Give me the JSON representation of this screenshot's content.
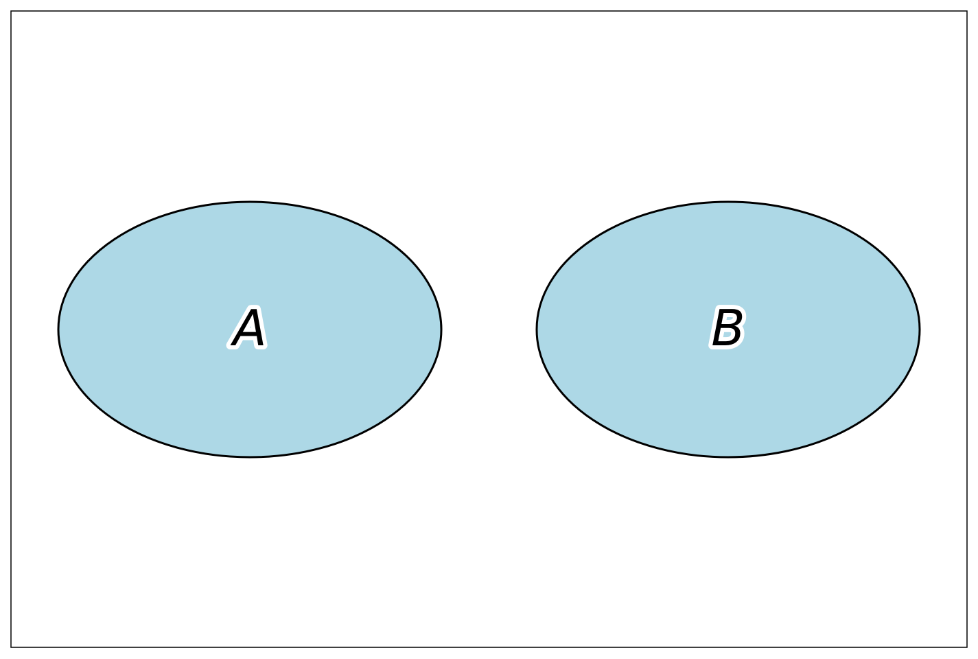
{
  "diagram": {
    "type": "venn-disjoint",
    "colors": {
      "fill": "#add8e6",
      "edge": "#000000",
      "frame": "#000000"
    },
    "sets": [
      {
        "label": "A"
      },
      {
        "label": "B"
      }
    ]
  }
}
